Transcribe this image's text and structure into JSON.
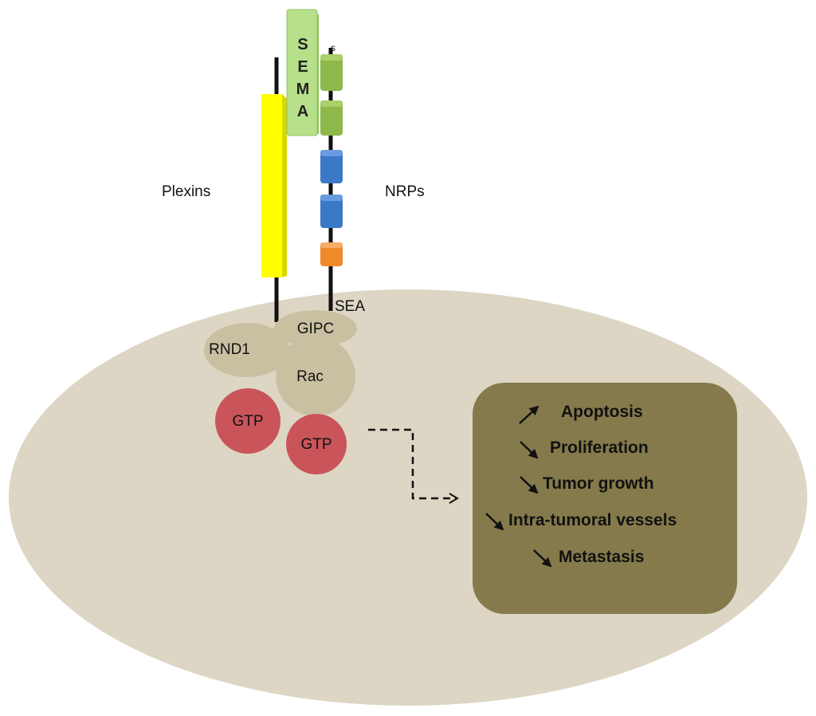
{
  "labels": {
    "plexins": "Plexins",
    "nrps": "NRPs",
    "sea": "SEA",
    "gipc": "GIPC",
    "rnd1": "RND1",
    "rac": "Rac",
    "gtp_left": "GTP",
    "gtp_right": "GTP",
    "sema_letters": [
      "S",
      "E",
      "M",
      "A"
    ],
    "tiny_s": "s"
  },
  "effects": [
    {
      "text": "Apoptosis",
      "trend": "up"
    },
    {
      "text": "Proliferation",
      "trend": "down"
    },
    {
      "text": "Tumor growth",
      "trend": "down"
    },
    {
      "text": "Intra-tumoral vessels",
      "trend": "down"
    },
    {
      "text": "Metastasis",
      "trend": "down"
    }
  ],
  "colors": {
    "cell": "#ddd6c4",
    "protein": "#c9c0a2",
    "gtp": "#c9555a",
    "effects_box": "#857a4b",
    "plexin": "#ffff00",
    "sema": "#b6e08a",
    "nrp_a": "#8db84a",
    "nrp_b": "#3b78c8",
    "nrp_c": "#f0892a"
  }
}
